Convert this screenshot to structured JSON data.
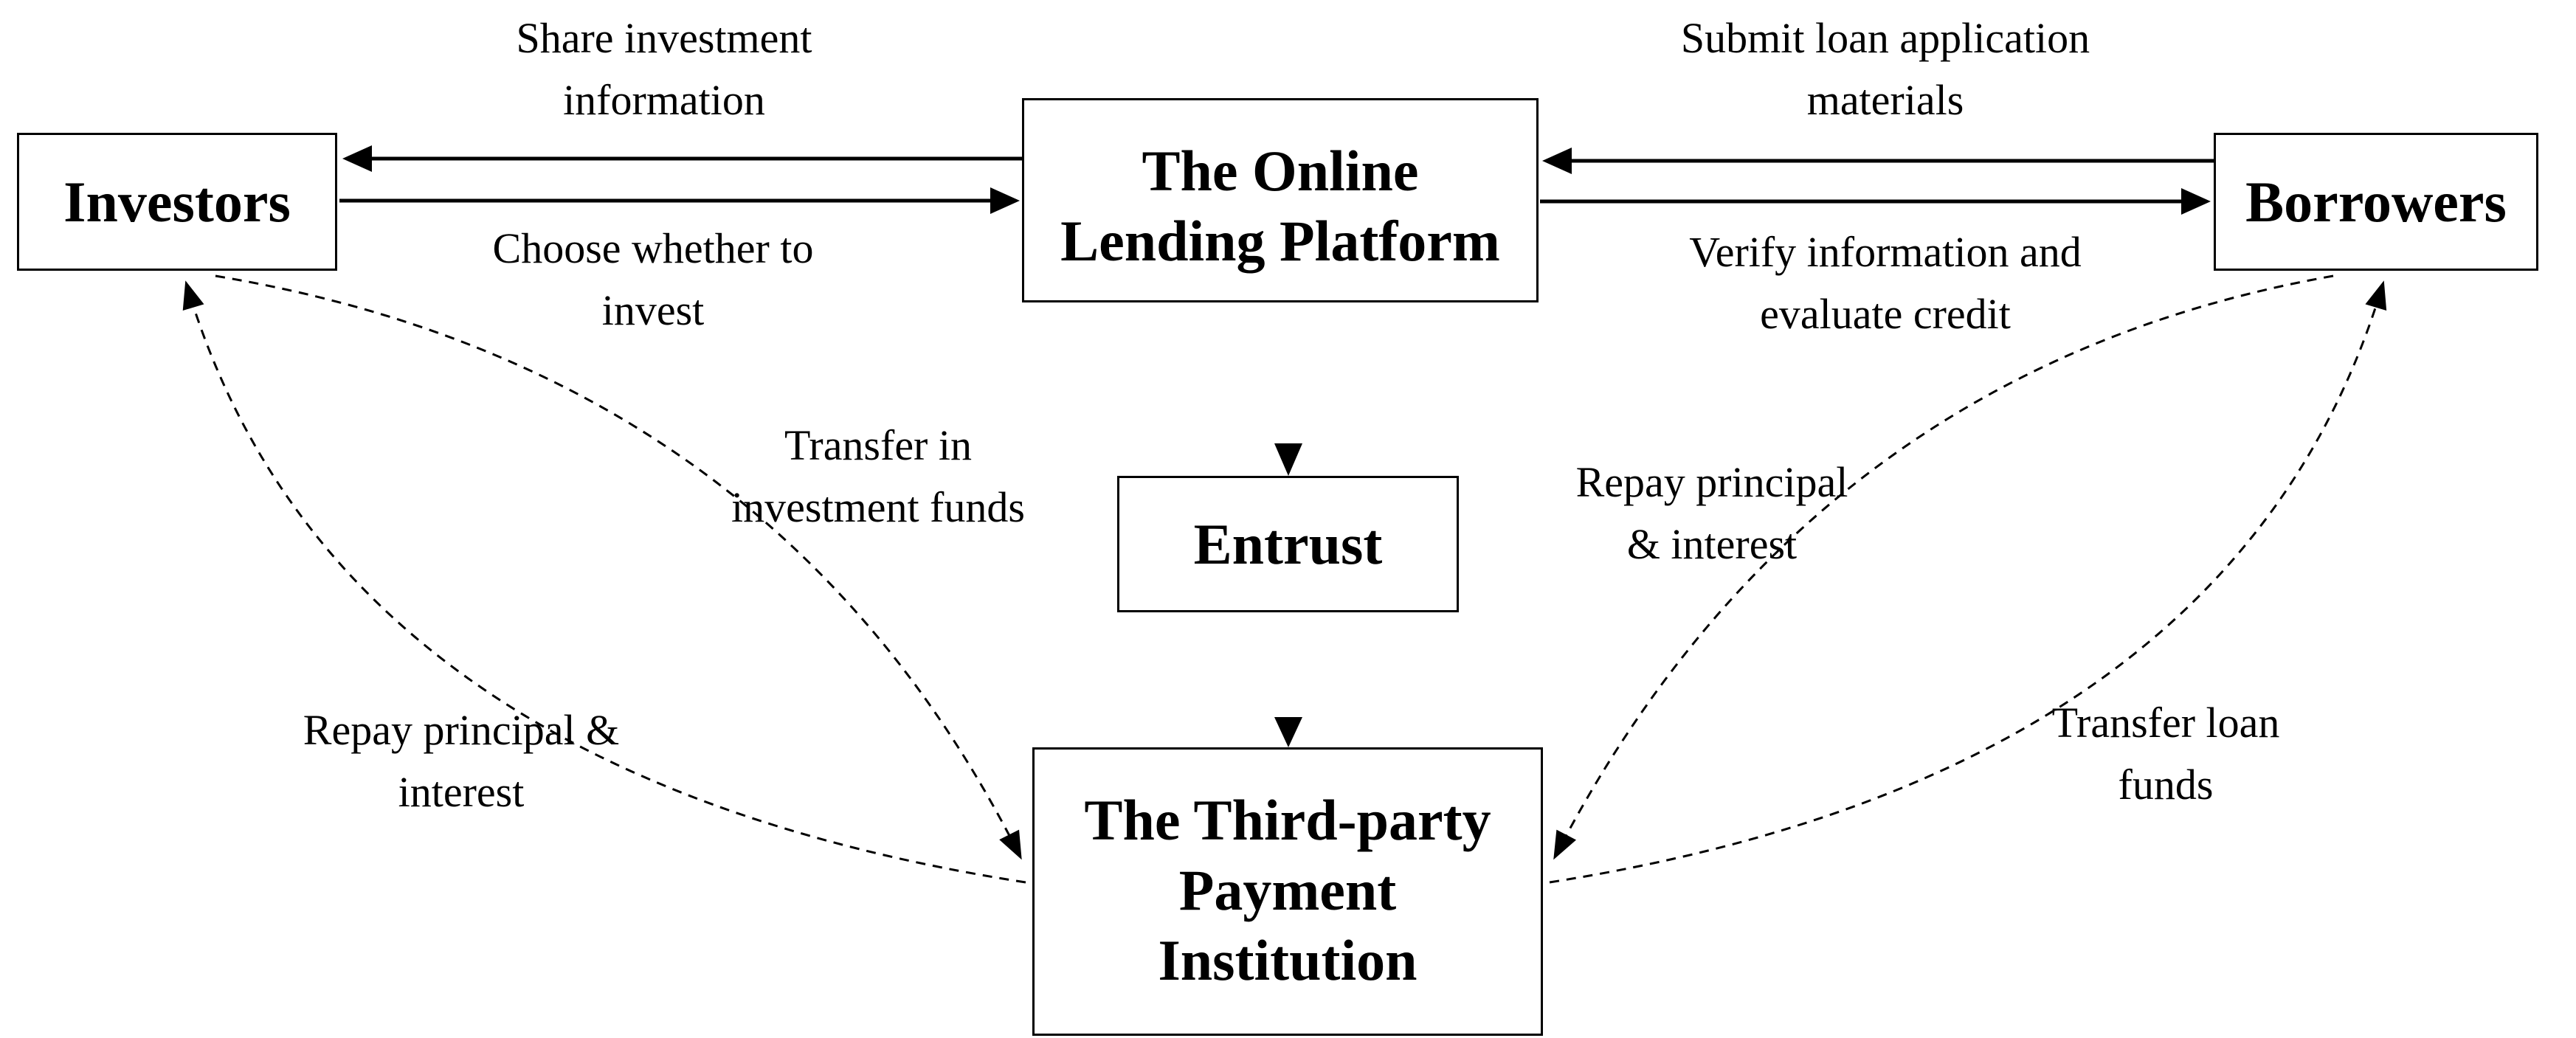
{
  "diagram": {
    "nodes": {
      "investors": {
        "label": "Investors"
      },
      "platform": {
        "label": "The Online\nLending Platform"
      },
      "borrowers": {
        "label": "Borrowers"
      },
      "entrust": {
        "label": "Entrust"
      },
      "third_party": {
        "label": "The Third-party\nPayment\nInstitution"
      }
    },
    "edge_labels": {
      "share": "Share investment\ninformation",
      "choose": "Choose whether to\ninvest",
      "submit": "Submit loan application\nmaterials",
      "verify": "Verify information and\nevaluate credit",
      "transfer_in": "Transfer in\ninvestment funds",
      "repay_right": "Repay principal\n& interest",
      "repay_left": "Repay principal &\ninterest",
      "transfer_loan": "Transfer loan\nfunds"
    },
    "edges": [
      {
        "from": "platform",
        "to": "investors",
        "label": "Share investment information",
        "style": "solid-straight"
      },
      {
        "from": "investors",
        "to": "platform",
        "label": "Choose whether to invest",
        "style": "solid-straight"
      },
      {
        "from": "borrowers",
        "to": "platform",
        "label": "Submit loan application materials",
        "style": "solid-straight"
      },
      {
        "from": "platform",
        "to": "borrowers",
        "label": "Verify information and evaluate credit",
        "style": "solid-straight"
      },
      {
        "from": "platform",
        "to": "entrust",
        "label": "",
        "style": "triangle-connector"
      },
      {
        "from": "entrust",
        "to": "third_party",
        "label": "",
        "style": "triangle-connector"
      },
      {
        "from": "investors",
        "to": "third_party",
        "label": "Transfer in investment funds",
        "style": "dashed-curve"
      },
      {
        "from": "third_party",
        "to": "investors",
        "label": "Repay principal & interest",
        "style": "dashed-curve"
      },
      {
        "from": "borrowers",
        "to": "third_party",
        "label": "Repay principal & interest",
        "style": "dashed-curve"
      },
      {
        "from": "third_party",
        "to": "borrowers",
        "label": "Transfer loan funds",
        "style": "dashed-curve"
      }
    ],
    "colors": {
      "background": "#ffffff",
      "line": "#000000",
      "text": "#000000",
      "box_fill": "#ffffff",
      "box_border": "#000000"
    }
  }
}
